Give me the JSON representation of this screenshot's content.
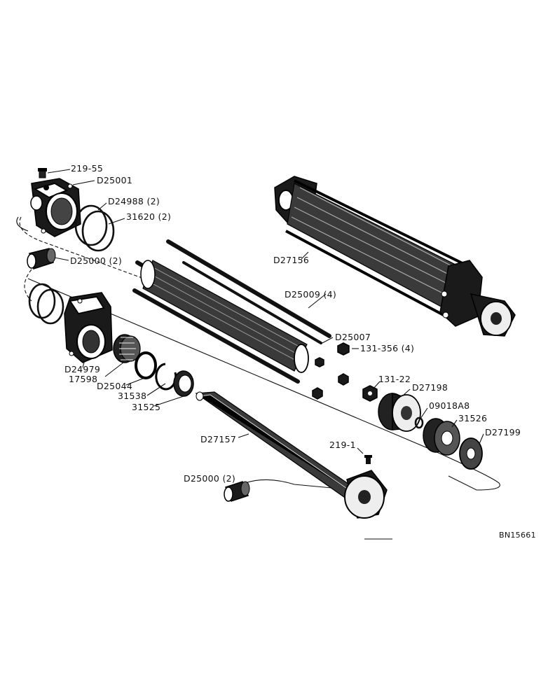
{
  "labels": {
    "bolt_219_55": "219-55",
    "end_cap_rear": "D25001",
    "oring_d24988": "D24988 (2)",
    "ring_31620": "31620 (2)",
    "bushing_top": "D25000 (2)",
    "cylinder_assembly": "D27156",
    "tie_rods": "D25009 (4)",
    "barrel": "D25007",
    "nut_131_356": "131-356 (4)",
    "end_cap_front": "D24979",
    "bearing_17598": "17598",
    "washer_d25044": "D25044",
    "snap_ring_31538": "31538",
    "seal_31525": "31525",
    "nut_131_22": "131-22",
    "piston_d27198": "D27198",
    "oring_09018a8": "09018A8",
    "packing_31526": "31526",
    "backup_d27199": "D27199",
    "rod_d27157": "D27157",
    "fitting_219_1": "219-1",
    "bushing_bottom": "D25000 (2)",
    "figure_code": "BN15661"
  }
}
